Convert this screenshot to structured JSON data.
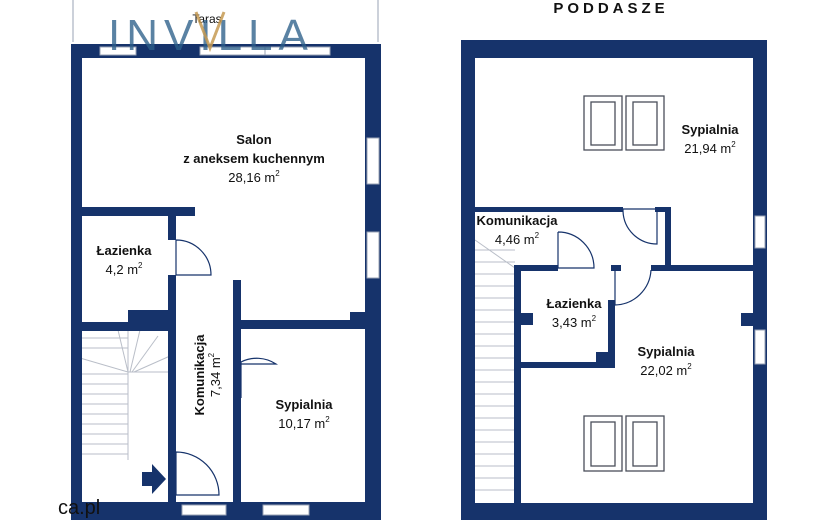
{
  "watermark": {
    "logo": "INVILLA",
    "brand": "ca.pl"
  },
  "ground_floor": {
    "terrace": "Taras",
    "rooms": [
      {
        "name": "Salon",
        "name2": "z aneksem kuchennym",
        "area": "28,16 m",
        "exp": "2"
      },
      {
        "name": "Łazienka",
        "area": "4,2 m",
        "exp": "2"
      },
      {
        "name": "Komunikacja",
        "area": "7,34 m",
        "exp": "2"
      },
      {
        "name": "Sypialnia",
        "area": "10,17 m",
        "exp": "2"
      }
    ]
  },
  "attic": {
    "title": "PODDASZE",
    "rooms": [
      {
        "name": "Sypialnia",
        "area": "21,94 m",
        "exp": "2"
      },
      {
        "name": "Komunikacja",
        "area": "4,46 m",
        "exp": "2"
      },
      {
        "name": "Łazienka",
        "area": "3,43 m",
        "exp": "2"
      },
      {
        "name": "Sypialnia",
        "area": "22,02 m",
        "exp": "2"
      }
    ]
  }
}
